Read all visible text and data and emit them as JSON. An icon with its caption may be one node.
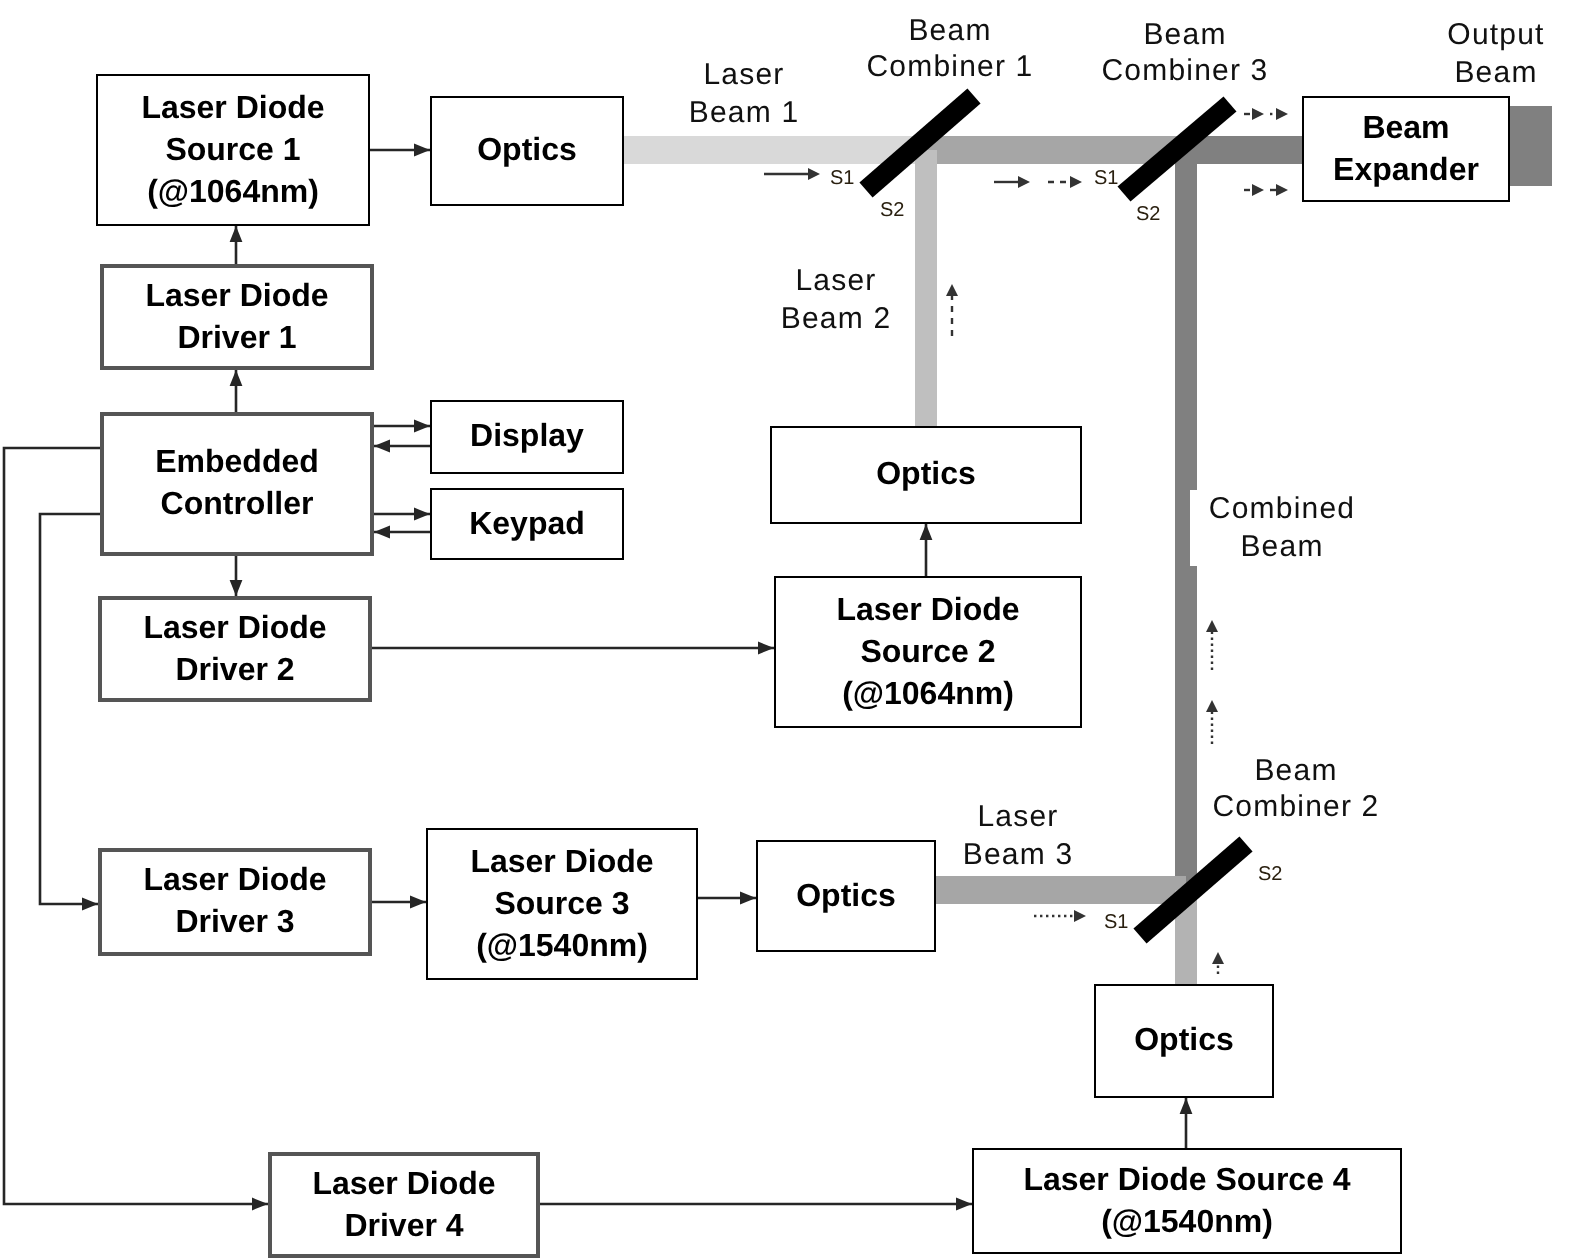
{
  "diagram": {
    "nodes": [
      {
        "text": [
          "Laser Diode Source 1 (@1064nm)"
        ]
      },
      {
        "text": [
          "Optics"
        ]
      },
      {
        "text": [],
        "shape": "bar",
        "beside": [
          "Beam Combiner 1",
          "S1",
          "S2"
        ]
      },
      {
        "text": [],
        "shape": "bar",
        "beside": [
          "Beam Combiner 3",
          "S1",
          "S2"
        ]
      },
      {
        "text": [
          "Beam Expander"
        ]
      },
      {
        "text": [
          "Laser Diode Driver 1"
        ]
      },
      {
        "text": [
          "Embedded Controller"
        ]
      },
      {
        "text": [
          "Display"
        ]
      },
      {
        "text": [
          "Keypad"
        ]
      },
      {
        "text": [
          "Optics"
        ]
      },
      {
        "text": [
          "Laser Diode Driver 2"
        ]
      },
      {
        "text": [
          "Laser Diode Source 2 (@1064nm)"
        ]
      },
      {
        "text": [],
        "shape": "bar",
        "beside": [
          "Beam Combiner 2",
          "S1",
          "S2"
        ]
      },
      {
        "text": [
          "Laser Diode Driver 3"
        ]
      },
      {
        "text": [
          "Laser Diode Source 3 (@1540nm)"
        ]
      },
      {
        "text": [
          "Optics"
        ]
      },
      {
        "text": [
          "Optics"
        ]
      },
      {
        "text": [
          "Laser Diode Driver 4"
        ]
      },
      {
        "text": [
          "Laser Diode Source 4 (@1540nm)"
        ]
      }
    ],
    "edges": [
      {
        "from": 0,
        "to": 1,
        "arrow": "to"
      },
      {
        "from": 1,
        "to": 2,
        "arrow": "none",
        "label": "Laser Beam 1",
        "style": "thick",
        "color": "#d9d9d9"
      },
      {
        "from": 2,
        "to": 3,
        "arrow": "none",
        "style": "thick",
        "color": "#a6a6a6"
      },
      {
        "from": 3,
        "to": 4,
        "arrow": "none",
        "style": "thick",
        "color": "#808080"
      },
      {
        "from": 4,
        "to": null,
        "arrow": "none",
        "label": "Output Beam",
        "style": "thick",
        "color": "#808080"
      },
      {
        "from": 5,
        "to": 0,
        "arrow": "to"
      },
      {
        "from": 6,
        "to": 5,
        "arrow": "to"
      },
      {
        "from": 6,
        "to": 7,
        "arrow": "to"
      },
      {
        "from": 7,
        "to": 6,
        "arrow": "to"
      },
      {
        "from": 6,
        "to": 8,
        "arrow": "to"
      },
      {
        "from": 8,
        "to": 6,
        "arrow": "to"
      },
      {
        "from": 9,
        "to": 2,
        "arrow": "none",
        "label": "Laser Beam 2",
        "style": "thick",
        "color": "#bfbfbf"
      },
      {
        "from": 11,
        "to": 9,
        "arrow": "to"
      },
      {
        "from": 6,
        "to": 10,
        "arrow": "to"
      },
      {
        "from": 10,
        "to": 11,
        "arrow": "to"
      },
      {
        "from": 12,
        "to": 3,
        "arrow": "none",
        "label": "Combined Beam",
        "style": "thick",
        "color": "#808080"
      },
      {
        "from": 6,
        "to": 13,
        "arrow": "to"
      },
      {
        "from": 13,
        "to": 14,
        "arrow": "to"
      },
      {
        "from": 14,
        "to": 15,
        "arrow": "to"
      },
      {
        "from": 15,
        "to": 12,
        "arrow": "none",
        "label": "Laser Beam 3",
        "style": "thick",
        "color": "#a6a6a6"
      },
      {
        "from": 16,
        "to": 12,
        "arrow": "none",
        "style": "thick",
        "color": "#b3b3b3"
      },
      {
        "from": 6,
        "to": 17,
        "arrow": "to"
      },
      {
        "from": 17,
        "to": 18,
        "arrow": "to"
      },
      {
        "from": 18,
        "to": 16,
        "arrow": "to"
      }
    ]
  }
}
